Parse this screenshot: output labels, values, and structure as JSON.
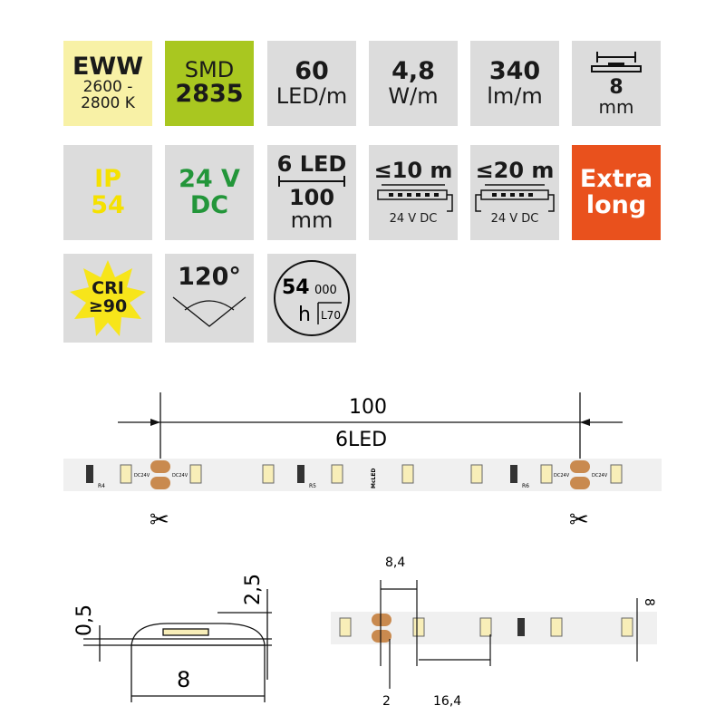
{
  "tiles": {
    "color": {
      "title": "EWW",
      "range": "2600 -",
      "unit": "2800 K"
    },
    "smd": {
      "label": "SMD",
      "value": "2835"
    },
    "density": {
      "value": "60",
      "unit": "LED/m"
    },
    "power": {
      "value": "4,8",
      "unit": "W/m"
    },
    "flux": {
      "value": "340",
      "unit": "lm/m"
    },
    "width": {
      "value": "8",
      "unit": "mm"
    },
    "ip": {
      "label": "IP",
      "value": "54"
    },
    "voltage": {
      "value": "24 V",
      "unit": "DC"
    },
    "cut": {
      "leds": "6 LED",
      "length": "100",
      "unit": "mm"
    },
    "single_feed": {
      "length": "≤10 m",
      "supply": "24 V DC"
    },
    "double_feed": {
      "length": "≤20 m",
      "supply": "24 V DC"
    },
    "extra": {
      "line1": "Extra",
      "line2": "long"
    },
    "cri": {
      "label": "CRI",
      "value": "≥90"
    },
    "angle": {
      "value": "120°"
    },
    "lifetime": {
      "value": "54",
      "suffix": "000",
      "unit": "h",
      "rating": "L70"
    }
  },
  "colors": {
    "eww": "#f8f1a6",
    "smd": "#a9c720",
    "tile": "#dcdcdc",
    "extra": "#e9511d",
    "ip": "#f5e100",
    "dc": "#23963a",
    "star": "#f7e51a",
    "pad": "#c98a4f"
  },
  "diagram": {
    "cut_length": "100",
    "cut_leds": "6LED",
    "pcb": {
      "brand": "McLED",
      "resistors": [
        "R4",
        "R5",
        "R6"
      ],
      "pad_label": "DC24V"
    },
    "profile": {
      "height_total": "2,5",
      "height_pcb": "0,5",
      "width": "8"
    },
    "detail": {
      "pad_width": "8,4",
      "gap": "2",
      "led_pitch": "16,4",
      "strip_width": "8"
    }
  }
}
